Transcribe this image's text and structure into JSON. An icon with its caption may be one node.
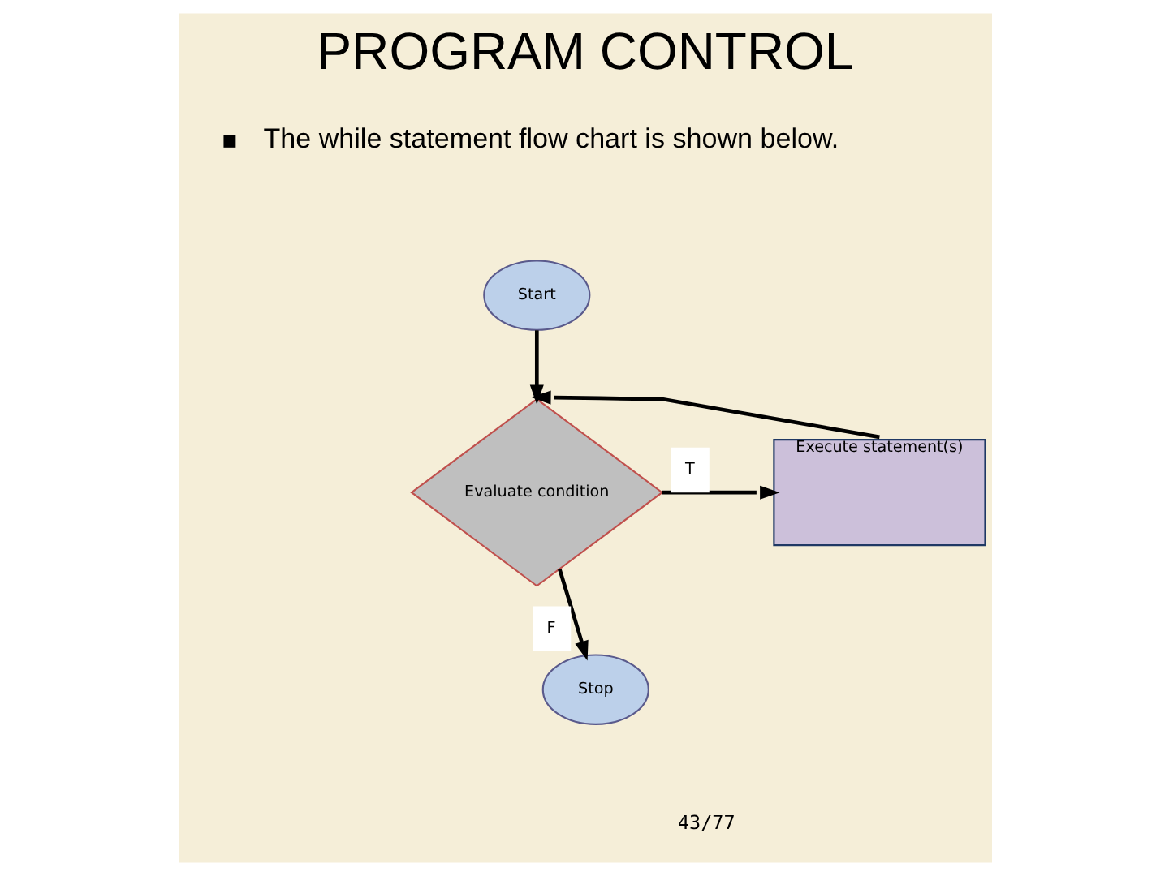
{
  "diagram": {
    "title": "PROGRAM CONTROL",
    "nodes": [
      {
        "text": [
          "Start"
        ]
      },
      {
        "text": [
          "Evaluate condition"
        ]
      },
      {
        "text": [
          "Execute statement(s)"
        ]
      },
      {
        "text": [
          "Stop"
        ]
      }
    ],
    "edges": [
      {
        "from": 0,
        "to": 1,
        "arrow": "to"
      },
      {
        "from": 1,
        "to": 2,
        "arrow": "to",
        "label": "T"
      },
      {
        "from": 2,
        "to": 1,
        "arrow": "to"
      },
      {
        "from": 1,
        "to": 3,
        "arrow": "to",
        "label": "F"
      }
    ],
    "labels": [
      "The while statement flow chart is shown below.",
      "43/77"
    ]
  }
}
